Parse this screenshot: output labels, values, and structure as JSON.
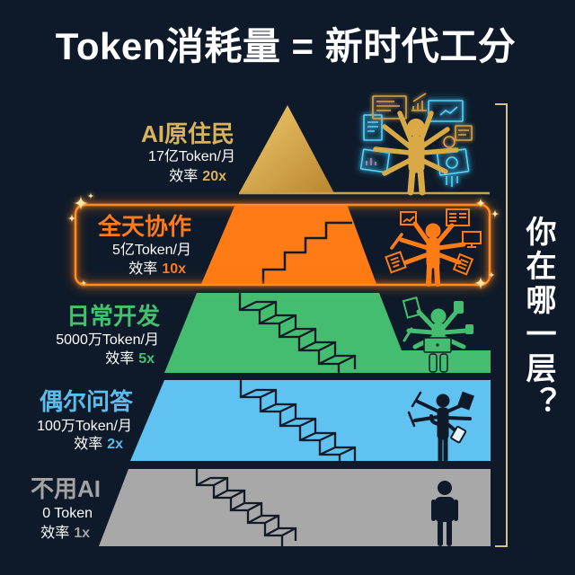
{
  "title": "Token消耗量 = 新时代工分",
  "side_question": "你在哪一层？",
  "efficiency_label": "效率",
  "tiers": [
    {
      "level": 5,
      "name": "AI原住民",
      "usage": "17亿Token/月",
      "efficiency": "20x",
      "color": "#d9b35a",
      "highlighted": false
    },
    {
      "level": 4,
      "name": "全天协作",
      "usage": "5亿Token/月",
      "efficiency": "10x",
      "color": "#ff7a1a",
      "highlighted": true
    },
    {
      "level": 3,
      "name": "日常开发",
      "usage": "5000万Token/月",
      "efficiency": "5x",
      "color": "#45c06e",
      "highlighted": false
    },
    {
      "level": 2,
      "name": "偶尔问答",
      "usage": "100万Token/月",
      "efficiency": "2x",
      "color": "#5bbdec",
      "highlighted": false
    },
    {
      "level": 1,
      "name": "不用AI",
      "usage": "0 Token",
      "efficiency": "1x",
      "color": "#a3a3a3",
      "highlighted": false
    }
  ],
  "colors": {
    "background": "#0e1a29",
    "gold": "#d9a945",
    "orange": "#ff7b15",
    "green": "#44bd70",
    "blue": "#5fc2f0",
    "gray": "#a8a8a8",
    "bracket": "#d8c08a"
  }
}
